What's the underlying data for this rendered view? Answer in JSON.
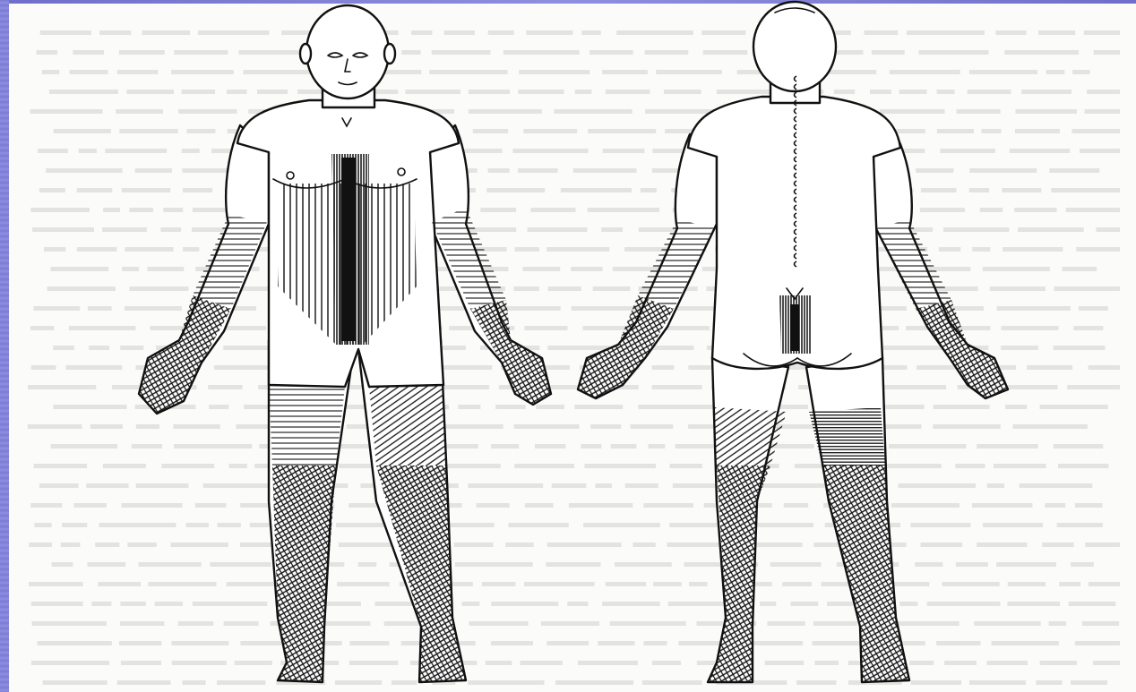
{
  "figure": {
    "views": [
      {
        "id": "anterior",
        "marks": [
          "chest-v-mark"
        ]
      },
      {
        "id": "posterior",
        "marks": [
          "spine-dots",
          "sacral-shading"
        ]
      }
    ],
    "palette": {
      "ink": "#111111",
      "paper": "#fbfbf9",
      "frame": "#7b7bd4"
    }
  }
}
